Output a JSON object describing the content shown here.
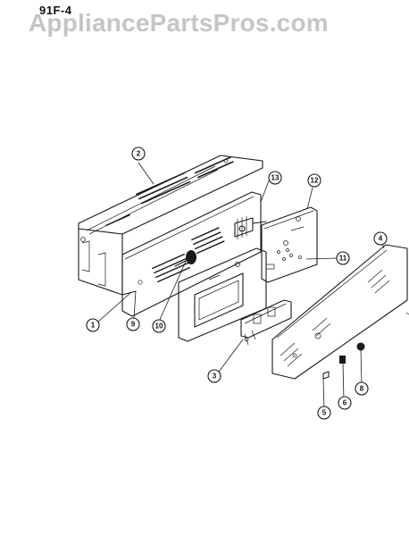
{
  "header": {
    "page_code": "91F-4",
    "watermark": "AppliancePartsPros.com"
  },
  "callouts": [
    "1",
    "2",
    "3",
    "4",
    "5",
    "6",
    "8",
    "9",
    "10",
    "11",
    "12",
    "13"
  ]
}
